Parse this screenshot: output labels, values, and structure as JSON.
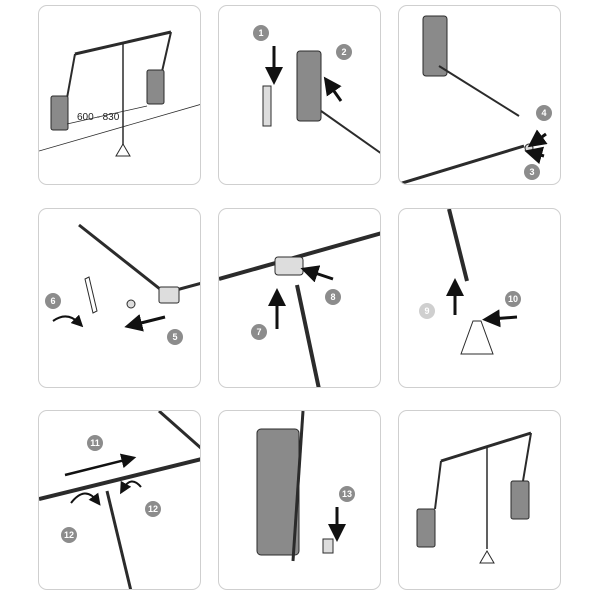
{
  "colors": {
    "line": "#2b2b2b",
    "lift_body": "#8a8a8a",
    "badge": "#8c8c8c",
    "badge_faded": "#cfcfcf",
    "panel_border": "#cfcfcf"
  },
  "panels": [
    {
      "name": "overview",
      "dimension_label": "600 - 830"
    },
    {
      "name": "step-1-2",
      "badges": [
        "1",
        "2"
      ]
    },
    {
      "name": "step-3-4",
      "badges": [
        "4",
        "3"
      ]
    },
    {
      "name": "step-5-6",
      "badges": [
        "6",
        "5"
      ]
    },
    {
      "name": "step-7-8",
      "badges": [
        "8",
        "7"
      ]
    },
    {
      "name": "step-9-10",
      "badges": [
        "9",
        "10"
      ]
    },
    {
      "name": "step-11-12",
      "badges": [
        "11",
        "12",
        "12"
      ]
    },
    {
      "name": "step-13",
      "badges": [
        "13"
      ]
    },
    {
      "name": "assembled"
    }
  ]
}
